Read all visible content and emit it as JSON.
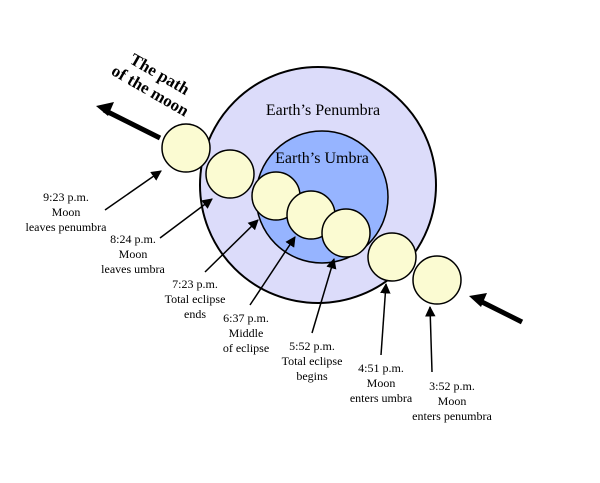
{
  "diagram": {
    "penumbra_label": "Earth’s Penumbra",
    "umbra_label": "Earth’s Umbra",
    "path_label_line1": "The path",
    "path_label_line2": "of the moon",
    "colors": {
      "penumbra": "#dcdcfa",
      "umbra": "#96b4ff",
      "moon": "#fbfbd2",
      "stroke": "#000000"
    },
    "events": [
      {
        "time": "3:52 p.m.",
        "line2": "Moon",
        "line3": "enters penumbra"
      },
      {
        "time": "4:51 p.m.",
        "line2": "Moon",
        "line3": "enters umbra"
      },
      {
        "time": "5:52 p.m.",
        "line2": "Total eclipse",
        "line3": "begins"
      },
      {
        "time": "6:37 p.m.",
        "line2": "Middle",
        "line3": "of eclipse"
      },
      {
        "time": "7:23 p.m.",
        "line2": "Total eclipse",
        "line3": "ends"
      },
      {
        "time": "8:24 p.m.",
        "line2": "Moon",
        "line3": "leaves umbra"
      },
      {
        "time": "9:23 p.m.",
        "line2": "Moon",
        "line3": "leaves penumbra"
      }
    ]
  }
}
